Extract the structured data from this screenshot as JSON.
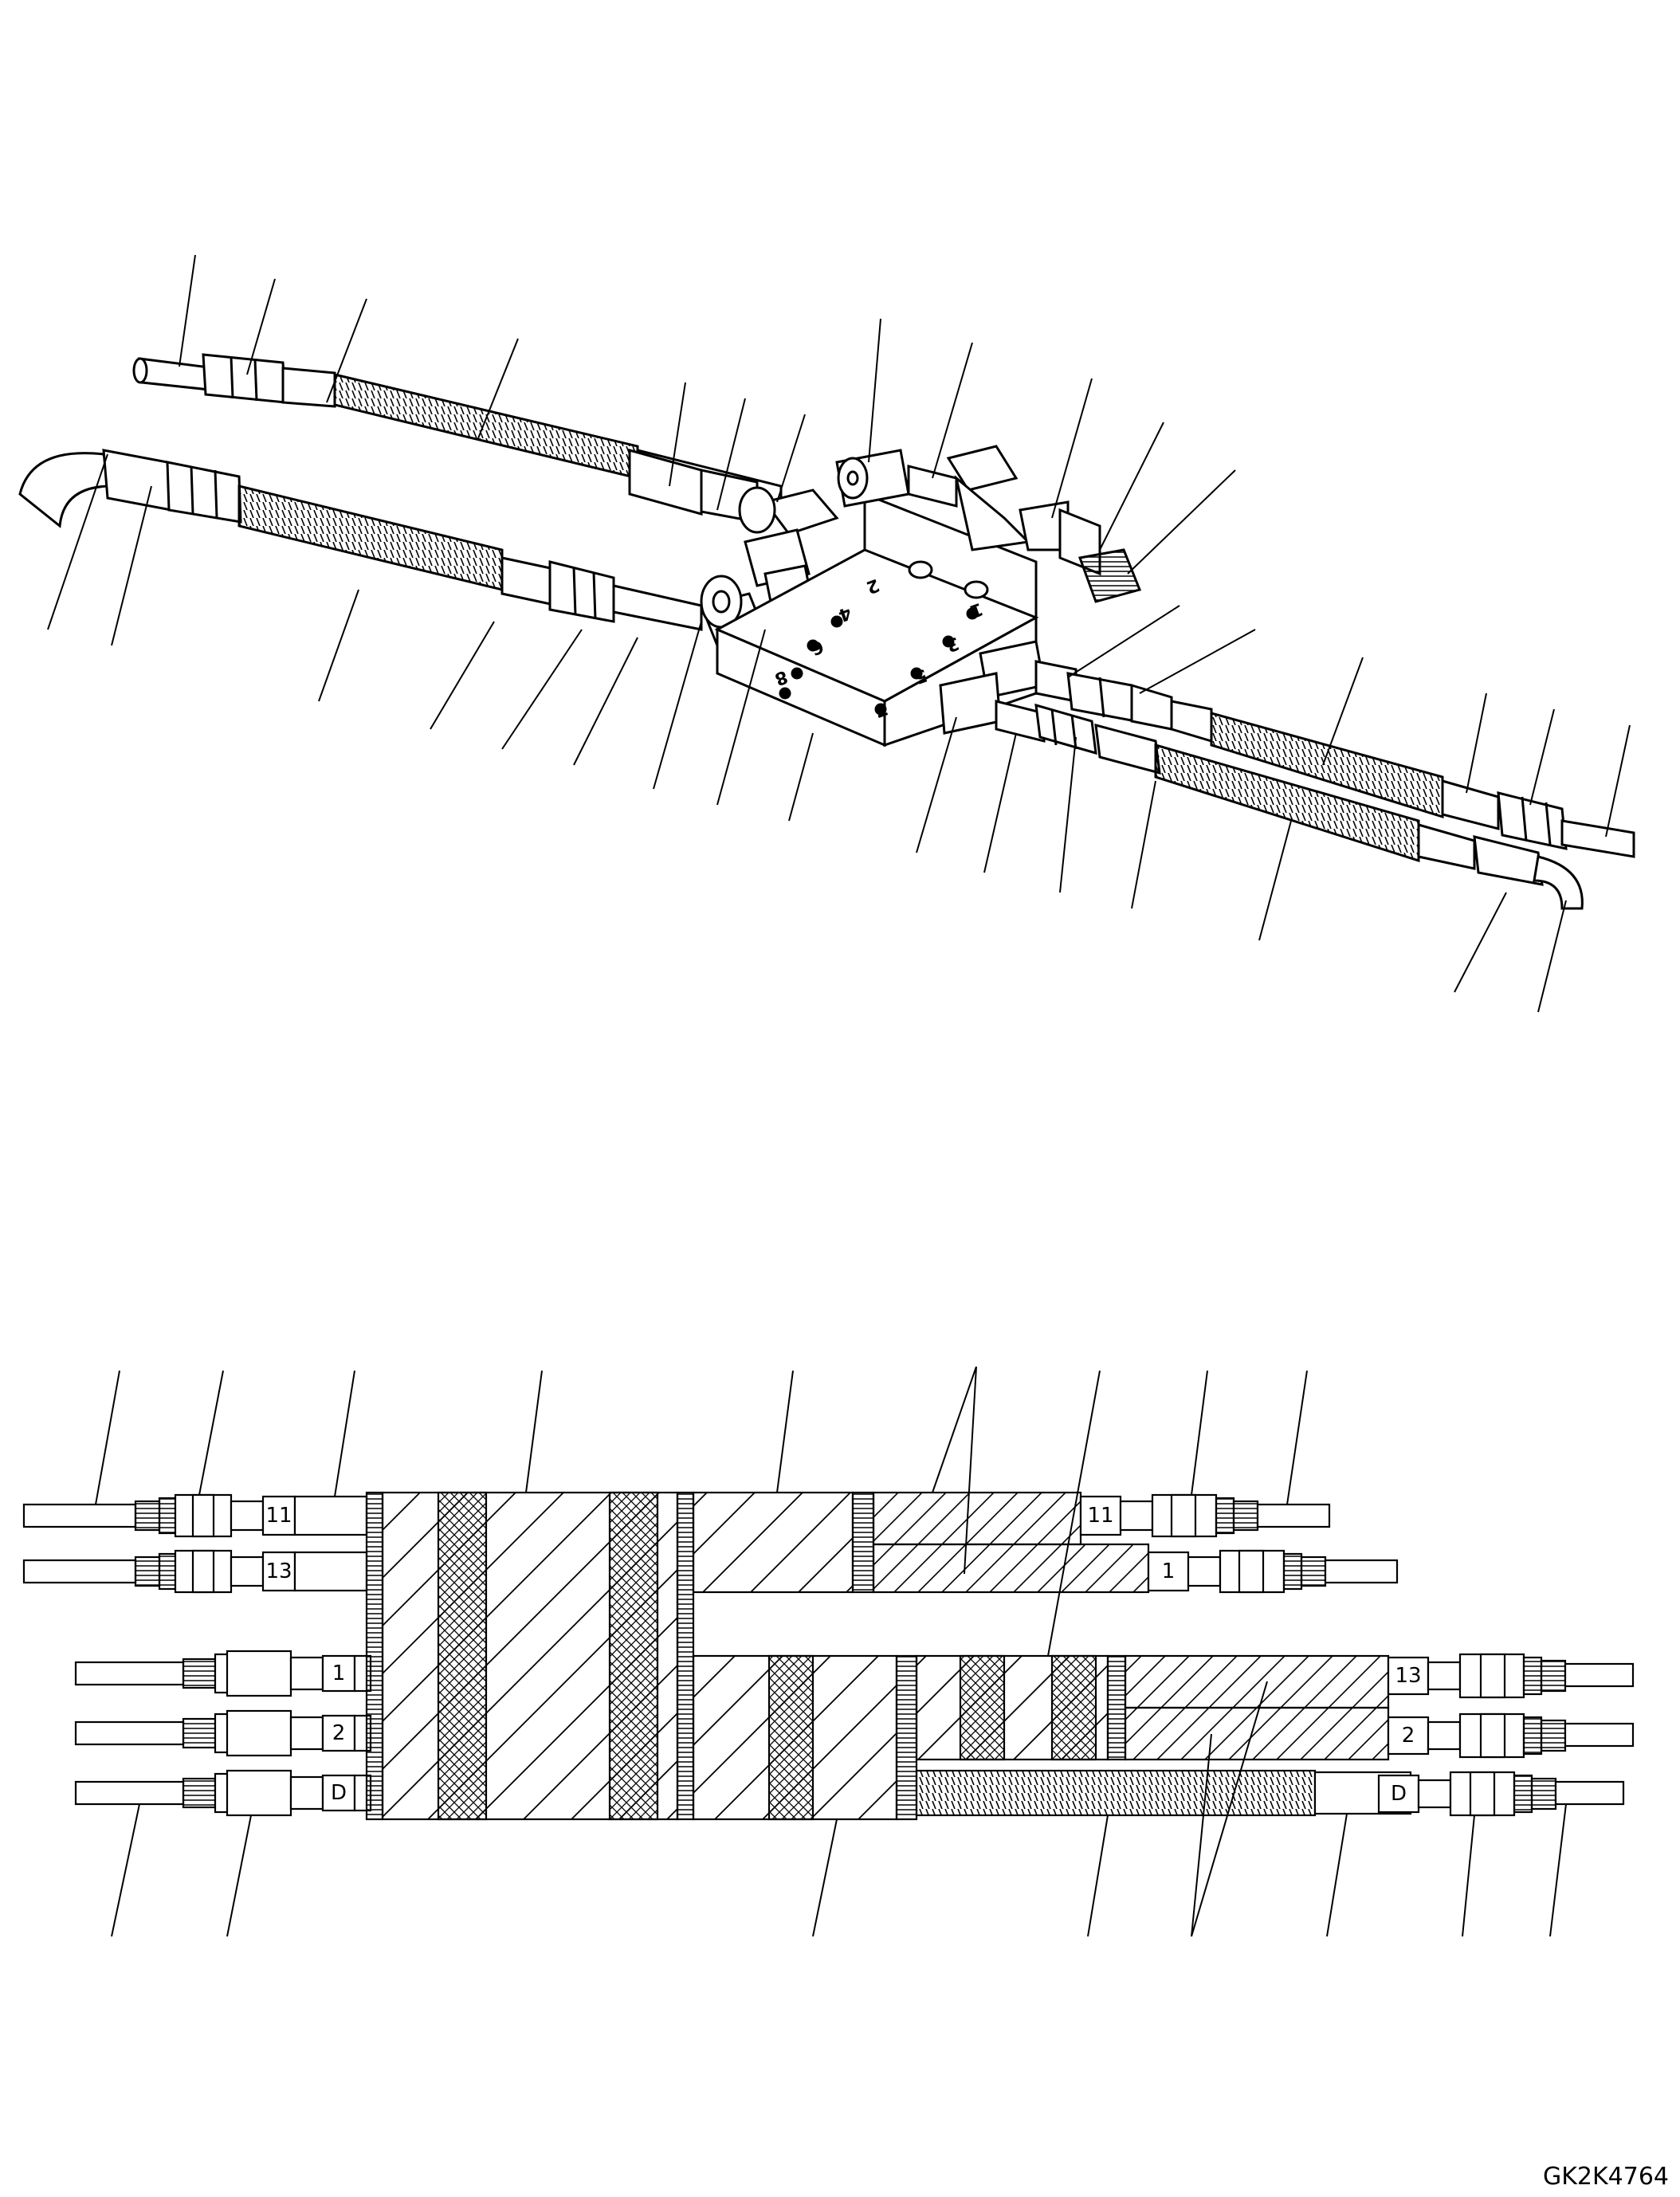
{
  "drawing_id": "GK2K4764",
  "valve_block": {
    "port_numbers": [
      "2",
      "4",
      "6",
      "8",
      "1",
      "3",
      "5",
      "7"
    ]
  },
  "schematic": {
    "left_upper_labels": [
      "11",
      "13"
    ],
    "left_lower_labels": [
      "1",
      "2",
      "D"
    ],
    "right_upper_labels": [
      "11",
      "1"
    ],
    "right_lower_labels": [
      "13",
      "2",
      "D"
    ]
  }
}
